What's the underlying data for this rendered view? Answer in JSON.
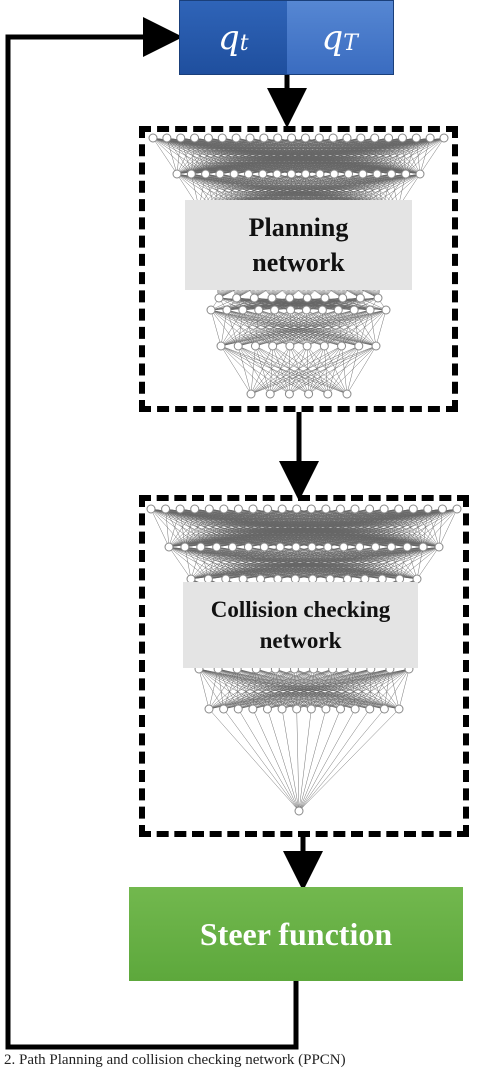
{
  "input": {
    "q_t_symbol": "q",
    "q_t_sub": "t",
    "q_T_symbol": "q",
    "q_T_sub": "T"
  },
  "planning_network": {
    "label_line1": "Planning",
    "label_line2": "network"
  },
  "collision_network": {
    "label_line1": "Collision checking",
    "label_line2": "network"
  },
  "steer": {
    "label": "Steer function"
  },
  "caption": {
    "text": "2. Path Planning and collision checking network (PPCN)"
  },
  "colors": {
    "q_t_fill": "#1f4f9e",
    "q_T_fill": "#3a6cc0",
    "steer_fill": "#5da83c",
    "label_fill": "#e4e4e4",
    "frame": "#000000",
    "net_lines": "#666666"
  }
}
